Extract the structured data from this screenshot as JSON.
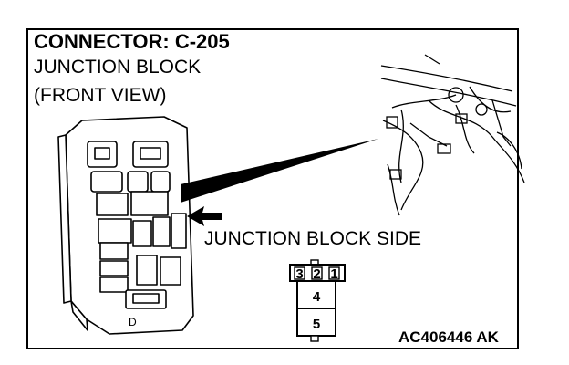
{
  "header": {
    "title": "CONNECTOR: C-205",
    "subtitle_line1": "JUNCTION BLOCK",
    "subtitle_line2": "(FRONT VIEW)"
  },
  "labels": {
    "side_label": "JUNCTION BLOCK SIDE",
    "figure_code": "AC406446 AK"
  },
  "connector": {
    "top_row_pins": [
      "3",
      "2",
      "1"
    ],
    "lower_pins": [
      "4",
      "5"
    ]
  },
  "junction_block": {
    "embossed_letter": "D"
  }
}
